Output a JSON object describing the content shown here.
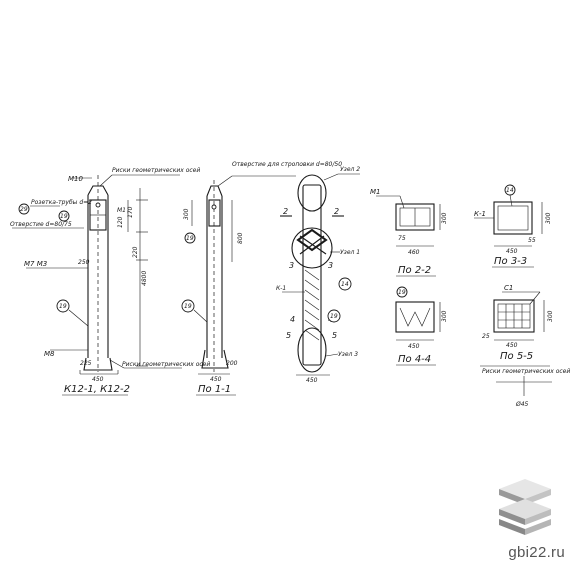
{
  "drawing": {
    "elevation": {
      "view_title": "К12-1, К12-2",
      "mark_top": "М10",
      "note_axes_top": "Риски геометрических осей",
      "note_rozet": "Розетка-трубы d=2",
      "note_hole": "Отверстие d=80/75",
      "mark_m7": "М7 М3",
      "mark_m8": "М8",
      "bubble": "19",
      "dim_height": "4800",
      "dim_250": "250",
      "dim_220": "220",
      "dim_450": "450",
      "dim_225": "225",
      "dim_170": "170",
      "dim_120": "120",
      "dim_m1": "М1",
      "note_axes_bottom": "Риски геометрических осей"
    },
    "side": {
      "view_title": "По 1-1",
      "note_hole": "Отверстие для строповки d=80/50",
      "bubble": "19",
      "dim_300": "300",
      "dim_800": "800",
      "dim_450": "450",
      "dim_200": "200"
    },
    "section": {
      "node_top": "Узел 2",
      "node_mid": "Узел 1",
      "node_bottom": "Узел 3",
      "cut_2": "2",
      "cut_3": "3",
      "cut_4": "4",
      "cut_5": "5",
      "mark_k1": "К-1",
      "bubble_14": "14",
      "bubble_19": "19",
      "dim_450": "450"
    },
    "sec22": {
      "title": "По 2-2",
      "mark": "М1",
      "dim_w": "460",
      "dim_h": "300",
      "dim_s": "75"
    },
    "sec33": {
      "title": "По 3-3",
      "mark": "К-1",
      "bubble": "14",
      "dim_w": "450",
      "dim_h": "300",
      "dim_s": "55"
    },
    "sec44": {
      "title": "По 4-4",
      "bubble": "19",
      "dim_w": "450",
      "dim_h": "300"
    },
    "sec55": {
      "title": "По 5-5",
      "mark": "С1",
      "dim_w": "450",
      "dim_h": "300",
      "dim_s": "25",
      "note_axes": "Риски геометрических осей",
      "dim_bottom": "Ø45"
    }
  },
  "watermark": {
    "site": "gbi22.ru",
    "logo_icon": "stacked-slabs-icon",
    "color": "#555555"
  }
}
